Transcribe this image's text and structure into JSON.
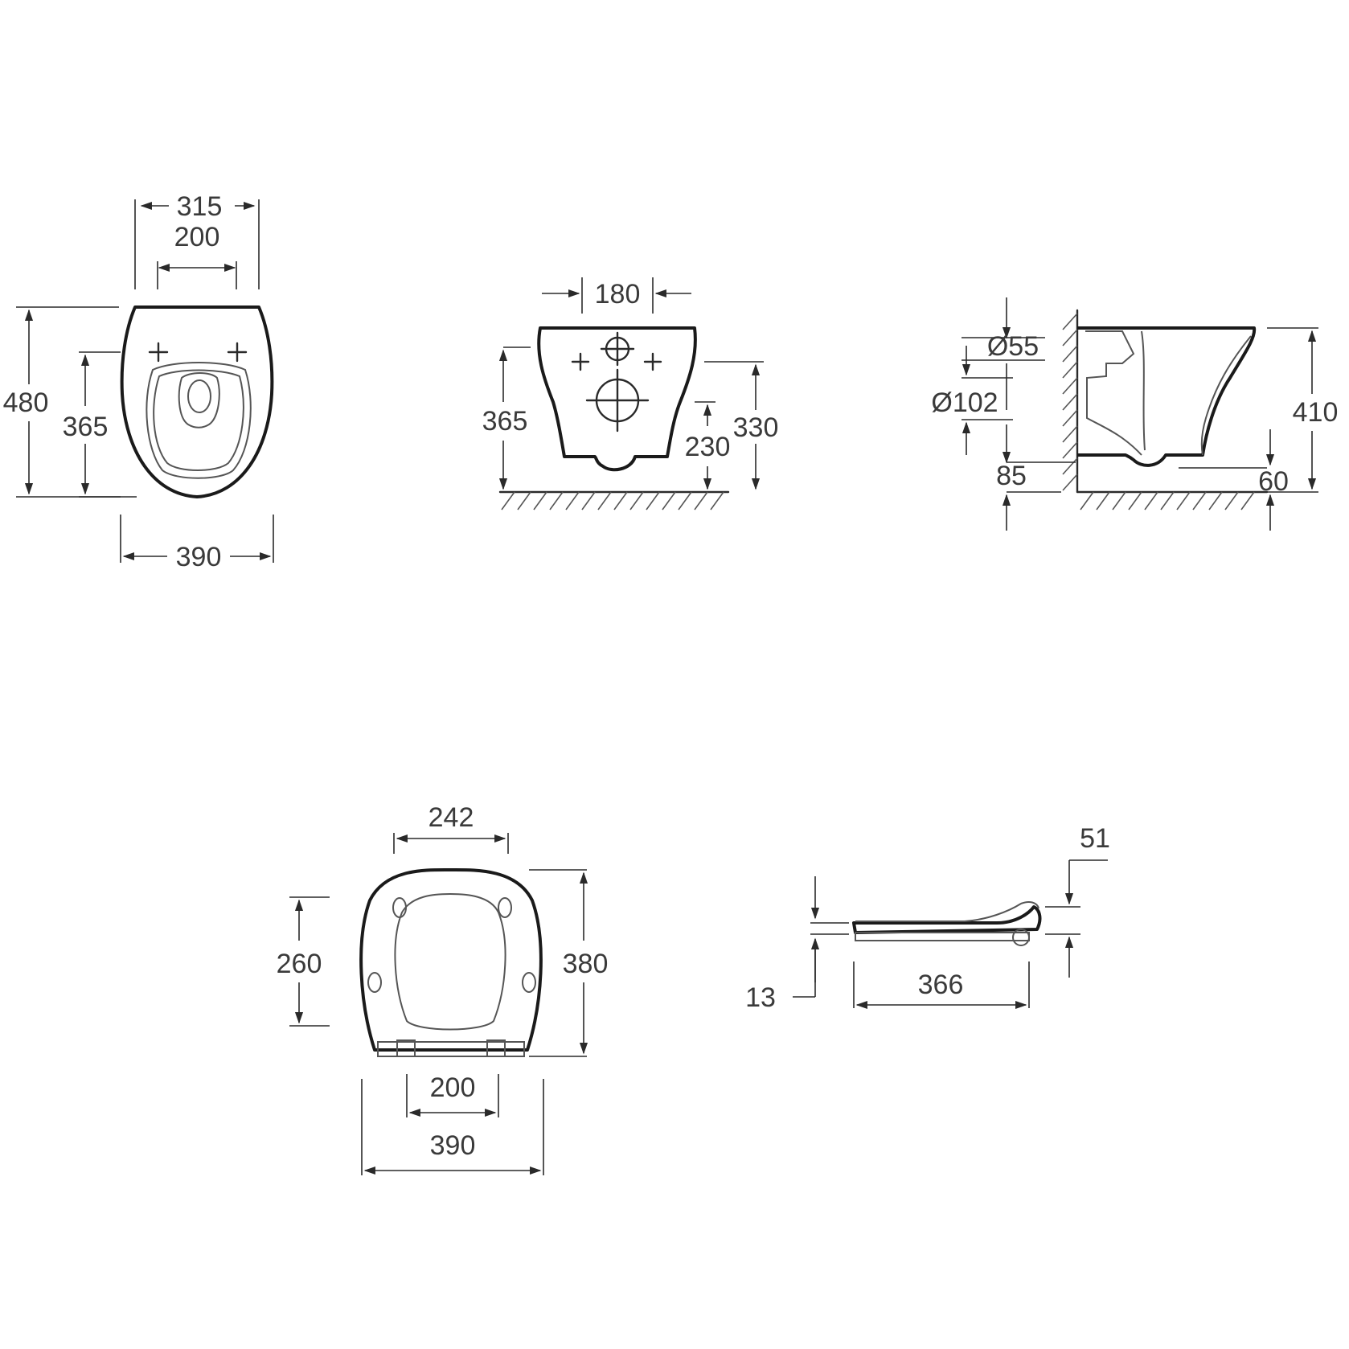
{
  "views": {
    "top_view": {
      "dims": {
        "w_top": "315",
        "w_fix": "200",
        "length": "480",
        "depth": "365",
        "w_bottom": "390"
      }
    },
    "front_view": {
      "dims": {
        "w_top": "180",
        "h_left": "365",
        "h_right": "330",
        "h_mid": "230"
      }
    },
    "side_view": {
      "dims": {
        "d_inlet": "Ø55",
        "d_outlet": "Ø102",
        "h_low": "85",
        "h_total": "410",
        "h_gap": "60"
      }
    },
    "seat_top_view": {
      "dims": {
        "w_top": "242",
        "h_inner": "260",
        "h_total": "380",
        "w_hinge": "200",
        "w_total": "390"
      }
    },
    "seat_side_view": {
      "dims": {
        "h_hinge": "51",
        "h_seat": "13",
        "length": "366"
      }
    }
  }
}
